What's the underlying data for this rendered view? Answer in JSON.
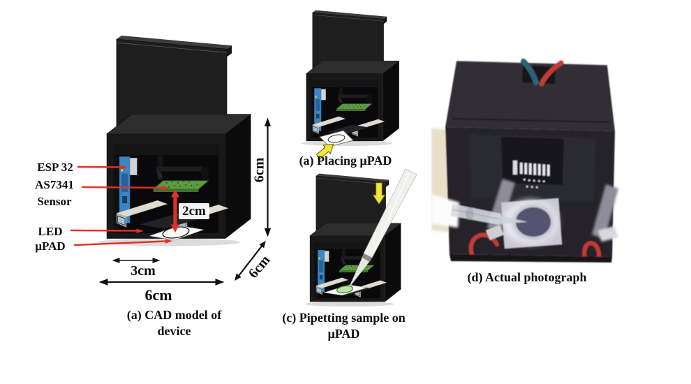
{
  "figure": {
    "panels": {
      "cad_model": {
        "caption": "(a) CAD model of device",
        "component_labels": {
          "esp32": "ESP 32",
          "as7341": "AS7341 Sensor",
          "led": "LED",
          "upad": "μPAD"
        },
        "dimensions": {
          "sensor_to_pad": "2cm",
          "pad_slot_width": "3cm",
          "device_width": "6cm",
          "device_depth": "6cm",
          "device_height": "6cm"
        }
      },
      "placing": {
        "caption": "(a) Placing μPAD"
      },
      "pipetting": {
        "caption": "(c) Pipetting sample on μPAD"
      },
      "photo": {
        "caption": "(d) Actual photograph"
      }
    },
    "colors": {
      "annotation_red": "#e03226",
      "dimension_black": "#111111",
      "arrow_yellow": "#f3e43c",
      "pcb_blue": "#3b86c4",
      "pcb_green": "#5d9a43",
      "led_body": "#dedcd0",
      "upad_white": "#f8f8f4",
      "enclosure_black": "#181818",
      "wire_red": "#c23b34",
      "wire_blue": "#2f6076",
      "photo_bench_cream": "#eadfc9",
      "sample_green": "#b9e4a6",
      "photo_spot_purple": "#575370"
    }
  }
}
